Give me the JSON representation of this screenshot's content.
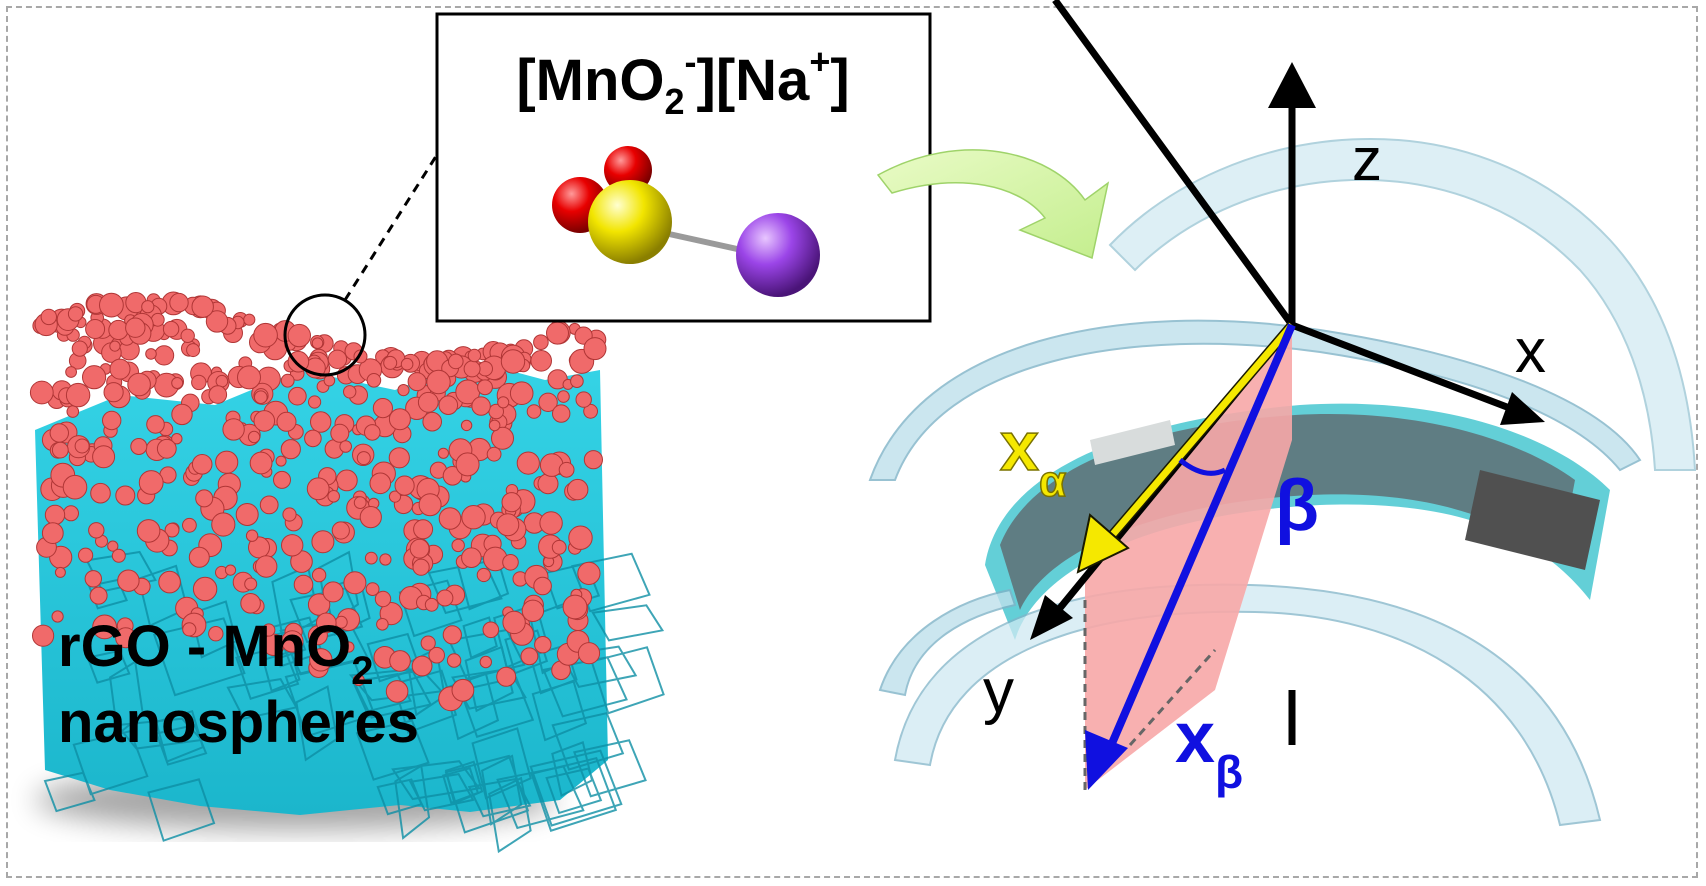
{
  "formula_box": {
    "anion": "[MnO",
    "anion_sub": "2",
    "anion_sup": "-",
    "cation": "][Na",
    "cation_sup": "+",
    "cation_close": "]"
  },
  "material_label": {
    "line1": "rGO - MnO",
    "line1_sub": "2",
    "line2": "nanospheres"
  },
  "axes": {
    "z": "z",
    "x": "x",
    "y": "y",
    "x_alpha": "x",
    "x_alpha_sub": "α",
    "beta": "β",
    "x_beta": "x",
    "x_beta_sub": "β"
  },
  "colors": {
    "nanosphere": "#f06a6a",
    "rgo_flake": "#23c8dc",
    "oxygen_atom": "#e00000",
    "manganese_atom": "#f2e500",
    "sodium_atom": "#9b45e8",
    "curved_substrate": "#bfe3ee",
    "x_alpha_arrow": "#f5e800",
    "x_beta_arrow": "#1010e0",
    "strain_plane": "#f7a7a7",
    "transfer_arrow": "#d6f5a8"
  },
  "icons": [
    "molecule-icon",
    "curved-arrow-icon",
    "coordinate-axes-icon"
  ]
}
